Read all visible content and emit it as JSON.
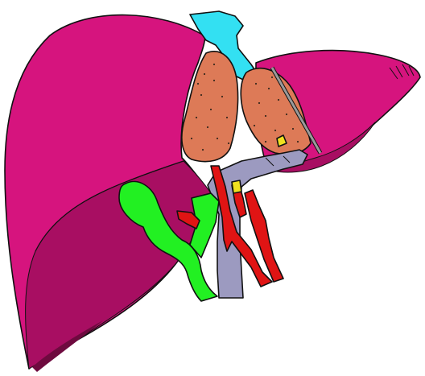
{
  "figure": {
    "colors": {
      "liver": "#d6147e",
      "liver_shadow": "#a80e62",
      "liver_dark": "#6e0a3f",
      "ivc": "#33e0f2",
      "caudate_lobe": "#dd7a57",
      "gallbladder": "#22f022",
      "hepatic_artery": "#e01414",
      "portal_vein": "#9c9ac0",
      "bile_duct_marker": "#f0e020",
      "ligament": "#9a9a9a"
    },
    "structures": [
      {
        "name": "liver-right-lobe",
        "color_key": "liver"
      },
      {
        "name": "liver-left-lobe",
        "color_key": "liver"
      },
      {
        "name": "inferior-vena-cava",
        "color_key": "ivc"
      },
      {
        "name": "caudate-lobe",
        "color_key": "caudate_lobe"
      },
      {
        "name": "gallbladder",
        "color_key": "gallbladder"
      },
      {
        "name": "hepatic-artery",
        "color_key": "hepatic_artery"
      },
      {
        "name": "portal-vein",
        "color_key": "portal_vein"
      },
      {
        "name": "falciform-ligament",
        "color_key": "ligament"
      }
    ]
  }
}
